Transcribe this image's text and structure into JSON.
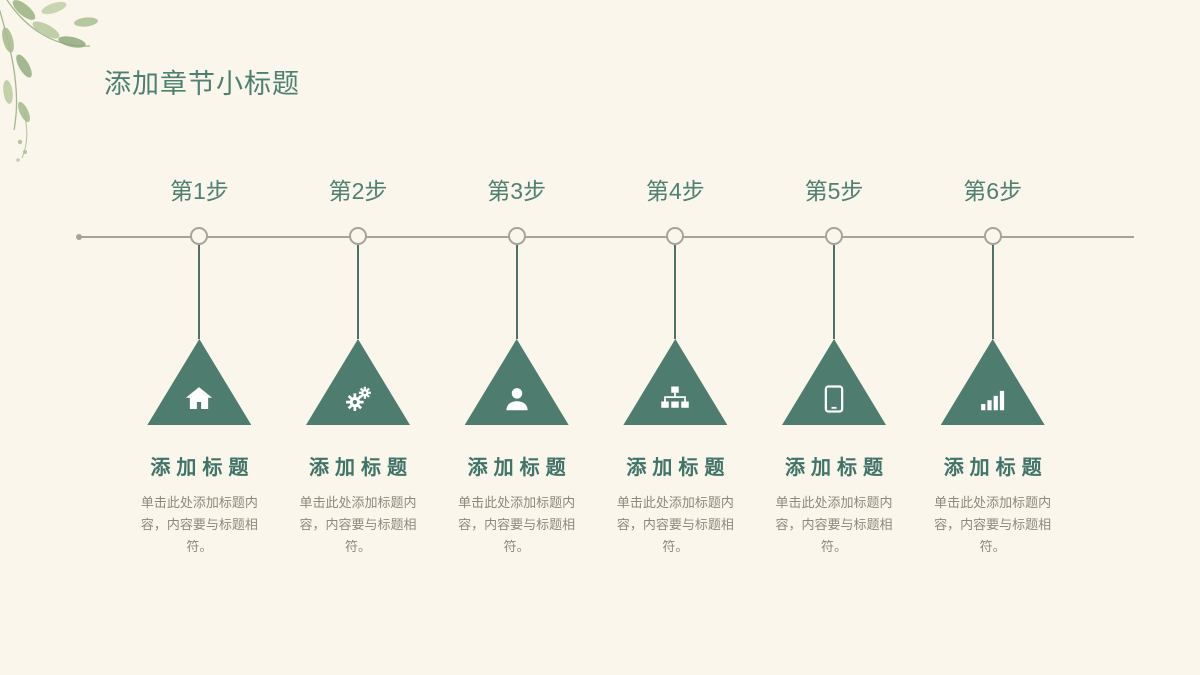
{
  "page": {
    "title": "添加章节小标题"
  },
  "colors": {
    "background": "#fbf6ec",
    "accent_teal": "#4f8071",
    "triangle": "#4e7d70",
    "timeline_gray": "#a6a398",
    "body_text_gray": "#8d897a"
  },
  "steps": [
    {
      "label": "第1步",
      "icon": "home-icon",
      "heading": "添加标题",
      "body": "单击此处添加标题内容，内容要与标题相符。"
    },
    {
      "label": "第2步",
      "icon": "gears-icon",
      "heading": "添加标题",
      "body": "单击此处添加标题内容，内容要与标题相符。"
    },
    {
      "label": "第3步",
      "icon": "user-icon",
      "heading": "添加标题",
      "body": "单击此处添加标题内容，内容要与标题相符。"
    },
    {
      "label": "第4步",
      "icon": "sitemap-icon",
      "heading": "添加标题",
      "body": "单击此处添加标题内容，内容要与标题相符。"
    },
    {
      "label": "第5步",
      "icon": "tablet-icon",
      "heading": "添加标题",
      "body": "单击此处添加标题内容，内容要与标题相符。"
    },
    {
      "label": "第6步",
      "icon": "bar-chart-icon",
      "heading": "添加标题",
      "body": "单击此处添加标题内容，内容要与标题相符。"
    }
  ]
}
